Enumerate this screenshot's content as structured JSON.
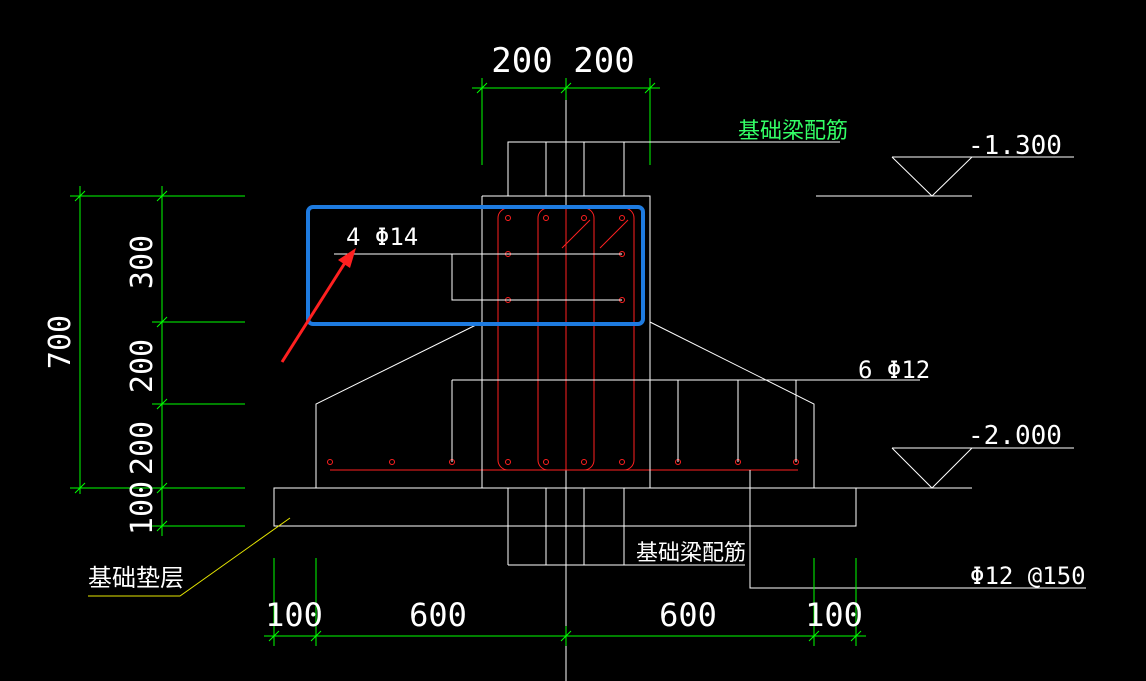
{
  "labels": {
    "top_dim_left": "200",
    "top_dim_right": "200",
    "beam_rebar_top": "基础梁配筋",
    "beam_rebar_bottom": "基础梁配筋",
    "elev_top": "-1.300",
    "elev_bottom": "-2.000",
    "rebar_highlight": "4 Φ14",
    "rebar_side": "6 Φ12",
    "rebar_bottom": "Φ12 @150",
    "cushion": "基础垫层",
    "vdim_total": "700",
    "vdim_300": "300",
    "vdim_200a": "200",
    "vdim_200b": "200",
    "vdim_100": "100",
    "bdim_100_left": "100",
    "bdim_600_left": "600",
    "bdim_600_right": "600",
    "bdim_100_right": "100"
  },
  "colors": {
    "background": "#000000",
    "outline": "#ffffff",
    "dimension": "#00ff00",
    "rebar": "#ff2020",
    "highlight_box": "#1e7be0",
    "arrow": "#ff2020",
    "cushion_leader": "#e6e600",
    "beam_label": "#33ff66"
  }
}
